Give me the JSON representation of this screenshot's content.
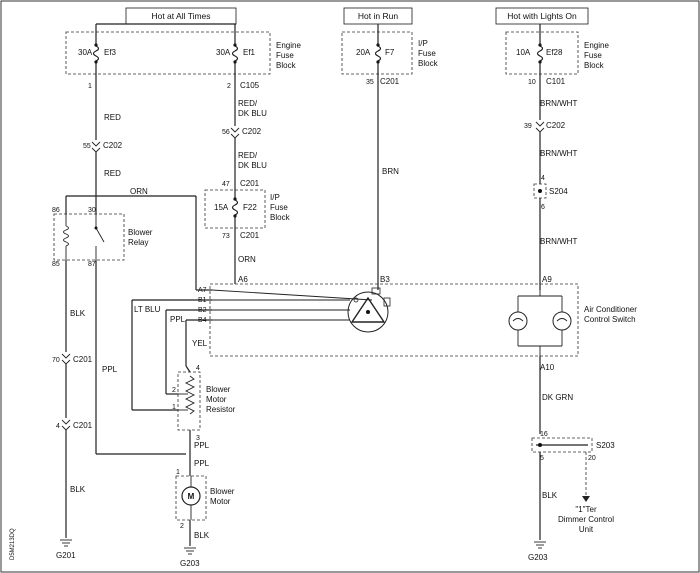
{
  "headers": {
    "hot_at_all_times": "Hot at All Times",
    "hot_in_run": "Hot in Run",
    "hot_with_lights_on": "Hot with Lights On"
  },
  "fuses": {
    "ef3_rating": "30A",
    "ef3_name": "Ef3",
    "ef1_rating": "30A",
    "ef1_name": "Ef1",
    "engine_fuse_block_1": "Engine",
    "engine_fuse_block_2": "Fuse",
    "engine_fuse_block_3": "Block",
    "f7_rating": "20A",
    "f7_name": "F7",
    "ip_fuse_block_1": "I/P",
    "ip_fuse_block_2": "Fuse",
    "ip_fuse_block_3": "Block",
    "ef28_rating": "10A",
    "ef28_name": "Ef28",
    "engine_fuse_block2_1": "Engine",
    "engine_fuse_block2_2": "Fuse",
    "engine_fuse_block2_3": "Block",
    "f22_rating": "15A",
    "f22_name": "F22",
    "ip_fuse_block2_1": "I/P",
    "ip_fuse_block2_2": "Fuse",
    "ip_fuse_block2_3": "Block"
  },
  "pins": {
    "p1": "1",
    "p2": "2",
    "p35": "35",
    "p10": "10",
    "p55": "55",
    "p56": "56",
    "p39": "39",
    "p47": "47",
    "p73": "73",
    "p4_s204": "4",
    "p6_s204": "6",
    "p86": "86",
    "p30": "30",
    "p85": "85",
    "p87": "87",
    "a6": "A6",
    "a7": "A7",
    "b1": "B1",
    "b2": "B2",
    "b4": "B4",
    "b3": "B3",
    "a9": "A9",
    "a10": "A10",
    "p70": "70",
    "p4_c201": "4",
    "res_2": "2",
    "res_4": "4",
    "res_1": "1",
    "res_3": "3",
    "mot_1": "1",
    "mot_2": "2",
    "p16": "16",
    "p5": "5",
    "p20": "20"
  },
  "connectors": {
    "c105": "C105",
    "c201_top": "C201",
    "c101": "C101",
    "c202_left": "C202",
    "c202_mid": "C202",
    "c202_right": "C202",
    "c201_f22_top": "C201",
    "c201_f22_bot": "C201",
    "c201_70": "C201",
    "c201_4": "C201",
    "s204": "S204",
    "s203": "S203"
  },
  "wires": {
    "red_1": "RED",
    "red_2": "RED",
    "red_dkblu_1a": "RED/",
    "red_dkblu_1b": "DK BLU",
    "red_dkblu_2a": "RED/",
    "red_dkblu_2b": "DK BLU",
    "orn_1": "ORN",
    "orn_2": "ORN",
    "brn": "BRN",
    "brn_wht_1": "BRN/WHT",
    "brn_wht_2": "BRN/WHT",
    "brn_wht_3": "BRN/WHT",
    "blk_1": "BLK",
    "blk_2": "BLK",
    "blk_3": "BLK",
    "blk_4": "BLK",
    "ppl_1": "PPL",
    "ppl_2": "PPL",
    "ppl_3": "PPL",
    "ppl_4": "PPL",
    "lt_blu": "LT BLU",
    "yel": "YEL",
    "dk_grn": "DK GRN"
  },
  "components": {
    "blower_relay_1": "Blower",
    "blower_relay_2": "Relay",
    "ac_switch_1": "Air Conditioner",
    "ac_switch_2": "Control Switch",
    "resistor_1": "Blower",
    "resistor_2": "Motor",
    "resistor_3": "Resistor",
    "motor_1": "Blower",
    "motor_2": "Motor",
    "motor_symbol": "M",
    "dimmer_1": "\"1\"Ter",
    "dimmer_2": "Dimmer Control",
    "dimmer_3": "Unit"
  },
  "grounds": {
    "g201": "G201",
    "g203_left": "G203",
    "g203_right": "G203"
  },
  "side_code": "D5M213DQ"
}
